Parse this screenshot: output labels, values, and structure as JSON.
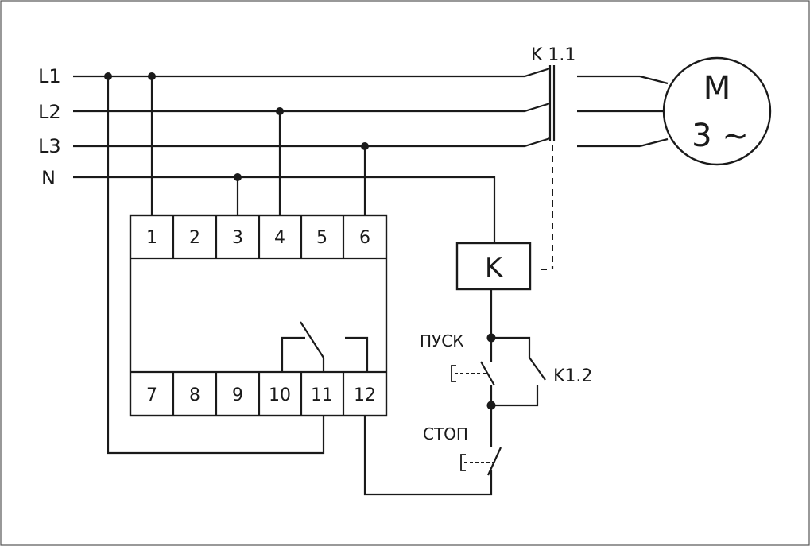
{
  "lines": {
    "l1": "L1",
    "l2": "L2",
    "l3": "L3",
    "n": "N"
  },
  "relay": {
    "top_terminals": [
      "1",
      "2",
      "3",
      "4",
      "5",
      "6"
    ],
    "bottom_terminals": [
      "7",
      "8",
      "9",
      "10",
      "11",
      "12"
    ]
  },
  "contactor": {
    "coil": "K",
    "main_contacts": "K 1.1",
    "aux_contact": "K1.2"
  },
  "motor": {
    "symbol": "M",
    "phase": "3 ~"
  },
  "buttons": {
    "start": "ПУСК",
    "stop": "СТОП"
  }
}
